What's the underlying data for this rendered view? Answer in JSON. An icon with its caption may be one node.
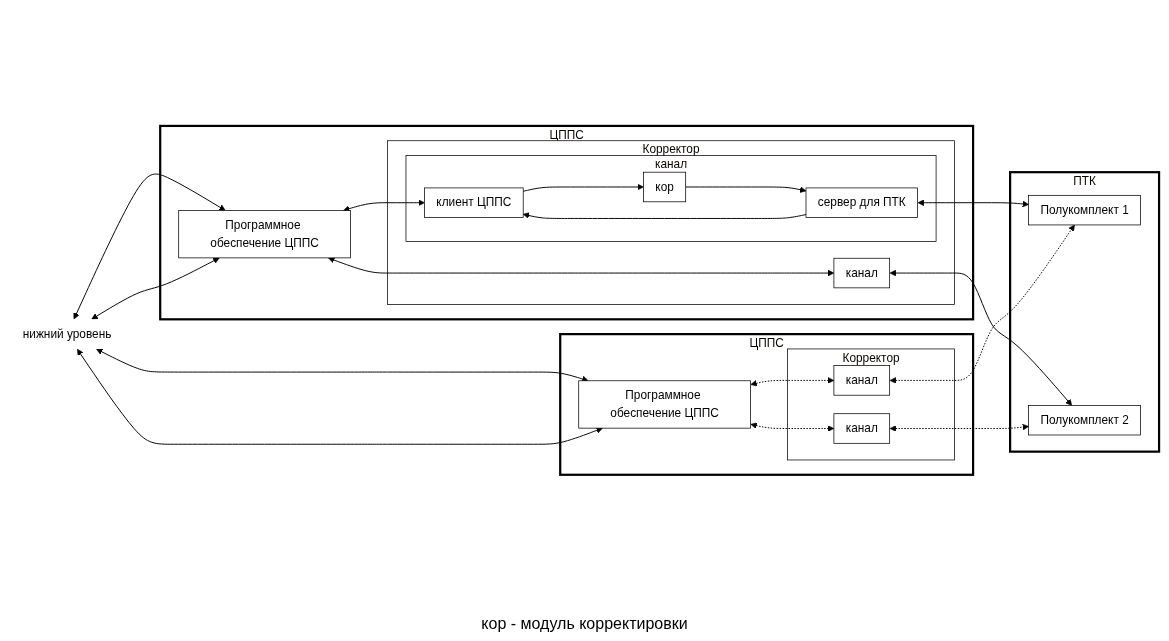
{
  "diagram": {
    "nodes": [
      {
        "text": [
          "ЦППС"
        ]
      },
      {
        "text": [
          "Программное обеспечение ЦППС"
        ],
        "in": 0
      },
      {
        "text": [
          "Корректор"
        ],
        "in": 0
      },
      {
        "text": [
          "канал"
        ],
        "in": 2
      },
      {
        "text": [
          "клиент ЦППС"
        ],
        "in": 3
      },
      {
        "text": [
          "кор"
        ],
        "in": 3
      },
      {
        "text": [
          "сервер для ПТК"
        ],
        "in": 3
      },
      {
        "text": [
          "канал"
        ],
        "in": 2
      },
      {
        "text": [
          "ЦППС"
        ]
      },
      {
        "text": [
          "Программное обеспечение ЦППС"
        ],
        "in": 8
      },
      {
        "text": [
          "Корректор"
        ],
        "in": 8
      },
      {
        "text": [
          "канал"
        ],
        "in": 10
      },
      {
        "text": [
          "канал"
        ],
        "in": 10
      },
      {
        "text": [
          "ПТК"
        ]
      },
      {
        "text": [
          "Полукомплект 1"
        ],
        "in": 13
      },
      {
        "text": [
          "Полукомплект 2"
        ],
        "in": 13
      },
      {
        "text": [
          "нижний уровень"
        ]
      }
    ],
    "edges": [
      {
        "from": 16,
        "to": 1,
        "arrow": "both"
      },
      {
        "from": 16,
        "to": 1,
        "arrow": "both"
      },
      {
        "from": 16,
        "to": 9,
        "arrow": "both"
      },
      {
        "from": 16,
        "to": 9,
        "arrow": "both"
      },
      {
        "from": 1,
        "to": 4,
        "arrow": "both"
      },
      {
        "from": 6,
        "to": 4,
        "arrow": "to"
      },
      {
        "from": 4,
        "to": 5,
        "arrow": "to"
      },
      {
        "from": 5,
        "to": 6,
        "arrow": "to"
      },
      {
        "from": 1,
        "to": 7,
        "arrow": "both"
      },
      {
        "from": 6,
        "to": 14,
        "arrow": "both"
      },
      {
        "from": 7,
        "to": 15,
        "arrow": "both"
      },
      {
        "from": 9,
        "to": 11,
        "arrow": "both",
        "style": "dashed"
      },
      {
        "from": 9,
        "to": 12,
        "arrow": "both",
        "style": "dashed"
      },
      {
        "from": 11,
        "to": 14,
        "arrow": "both",
        "style": "dashed"
      },
      {
        "from": 12,
        "to": 15,
        "arrow": "both",
        "style": "dashed"
      }
    ],
    "labels": [
      "кор - модуль корректировки"
    ]
  }
}
